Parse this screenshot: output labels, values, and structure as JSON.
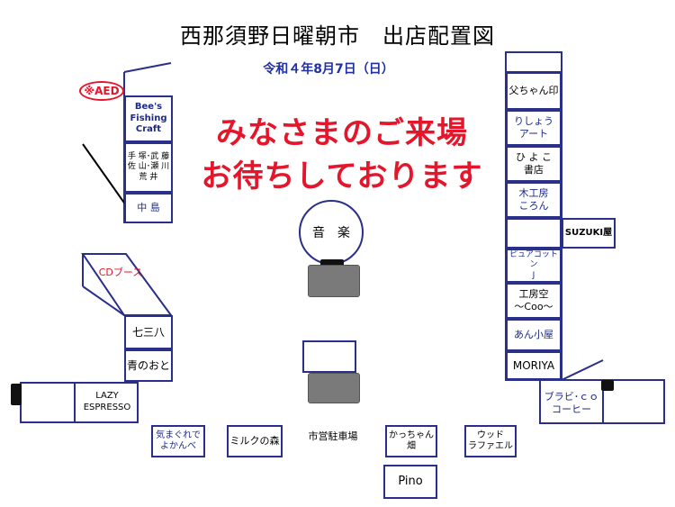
{
  "title": "西那須野日曜朝市　出店配置図",
  "date": "令和４年8月7日（日）",
  "message_line1": "みなさまのご来場",
  "message_line2": "お待ちしております",
  "aed_label": "※AED",
  "music_label": "音　楽",
  "parking_label": "市営駐車場",
  "left_stalls": {
    "bees": "Bee's\nFishing\nCraft",
    "group": "手 塚･武 藤\n佐 山･瀬 川\n荒 井",
    "nakajima": "中 島",
    "cd": "CDブース",
    "shichisanhachi": "七三八",
    "aono": "青のおと",
    "lazy": "LAZY\nESPRESSO"
  },
  "right_stalls": {
    "tochan": "父ちゃん印",
    "risho": "りしょう\nアート",
    "hiyoko": "ひ よ こ\n書店",
    "mokkobo": "木工房\nころん",
    "suzuki": "SUZUKI屋",
    "pure": "ピュアコットン\nJ",
    "kobo": "工房空\n〜Coo〜",
    "anko": "あん小屋",
    "moriya": "MORIYA",
    "burabi": "ブラビ･ｃｏ\nコーヒー"
  },
  "bottom_stalls": {
    "kimagure": "気まぐれで\nよかんべ",
    "milk": "ミルクの森",
    "kacchan": "かっちゃん畑",
    "wood": "ウッド\nラファエル",
    "pino": "Pino"
  },
  "colors": {
    "accent_red": "#e4162b",
    "stall_blue": "#2a2f8a",
    "date_blue": "#1f2fa8"
  }
}
